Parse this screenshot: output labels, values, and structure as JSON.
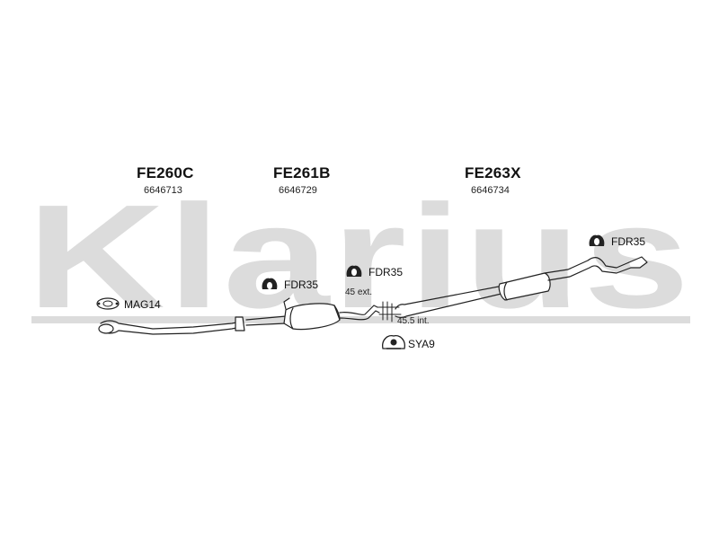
{
  "watermark": {
    "text": "Klarius",
    "color": "#d9d9d9"
  },
  "sections": [
    {
      "title": "FE260C",
      "code": "6646713"
    },
    {
      "title": "FE261B",
      "code": "6646729"
    },
    {
      "title": "FE263X",
      "code": "6646734"
    }
  ],
  "parts": [
    {
      "label": "MAG14",
      "icon": "gasket-icon"
    },
    {
      "label": "FDR35",
      "icon": "rubber-mount-icon"
    },
    {
      "label": "FDR35",
      "icon": "rubber-mount-icon"
    },
    {
      "label": "FDR35",
      "icon": "rubber-mount-icon"
    },
    {
      "label": "SYA9",
      "icon": "clamp-icon"
    }
  ],
  "dimensions": {
    "ext": "45 ext.",
    "int": "45.5 int."
  },
  "colors": {
    "line": "#222222",
    "part_fill": "#ffffff"
  }
}
